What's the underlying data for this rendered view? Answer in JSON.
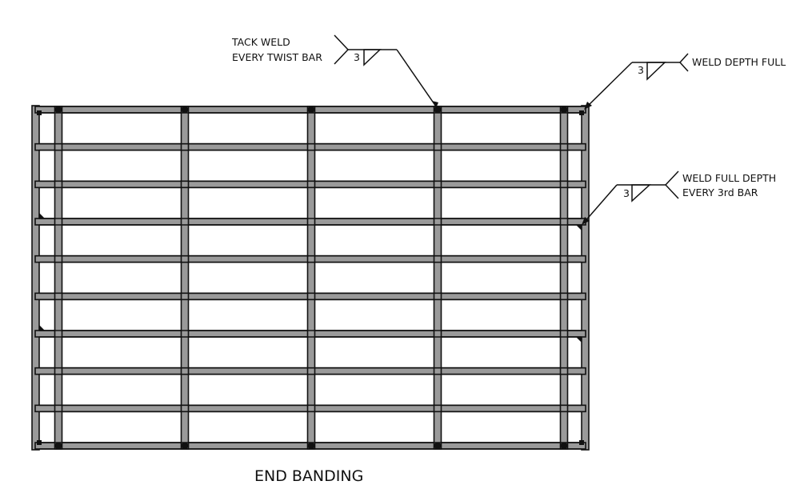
{
  "drawing": {
    "title": "END BANDING",
    "colors": {
      "bar_fill": "#9a9a9a",
      "outline": "#111111",
      "background": "#ffffff"
    },
    "grid": {
      "bearing_bar_count": 10,
      "twist_bar_count": 5
    },
    "callouts": [
      {
        "id": "tack-weld",
        "lines": [
          "TACK WELD",
          "EVERY TWIST BAR"
        ],
        "weld_size": "3",
        "symbol": "fillet-weld-icon"
      },
      {
        "id": "weld-depth-full",
        "lines": [
          "WELD DEPTH FULL"
        ],
        "weld_size": "3",
        "symbol": "fillet-weld-icon"
      },
      {
        "id": "weld-full-depth-every-3rd",
        "lines": [
          "WELD FULL DEPTH",
          "EVERY 3rd BAR"
        ],
        "weld_size": "3",
        "symbol": "fillet-weld-icon"
      }
    ]
  }
}
